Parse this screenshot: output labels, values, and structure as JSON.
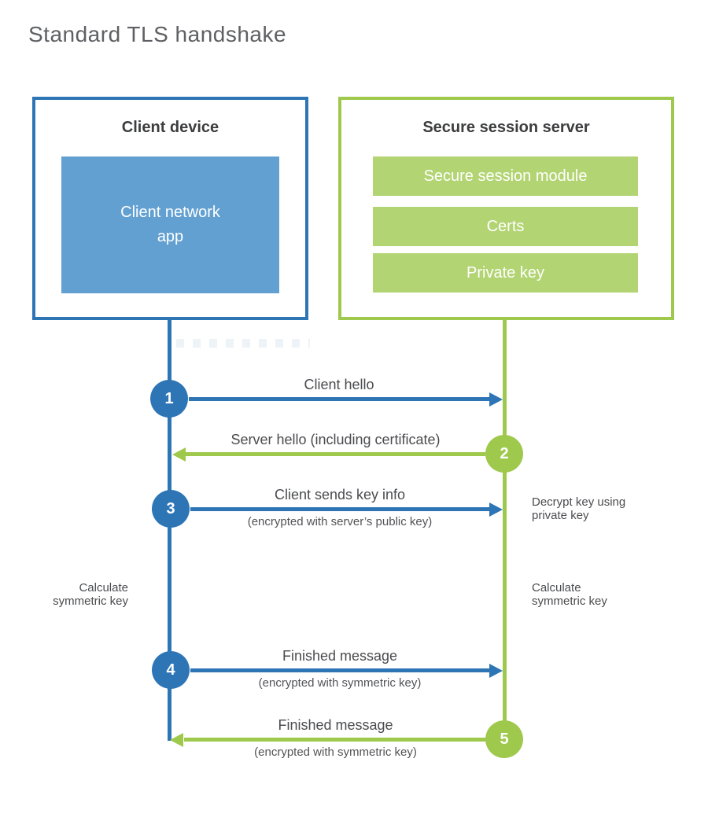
{
  "title": "Standard TLS handshake",
  "colors": {
    "blue": "#2E75B6",
    "blue_light": "#62A0D2",
    "green": "#9FC94D",
    "green_light": "#B2D472"
  },
  "client": {
    "title": "Client device",
    "module": "Client network\napp"
  },
  "server": {
    "title": "Secure session server",
    "modules": [
      "Secure session module",
      "Certs",
      "Private key"
    ]
  },
  "steps": [
    {
      "num": "1",
      "label": "Client hello",
      "direction": "right"
    },
    {
      "num": "2",
      "label": "Server hello (including certificate)",
      "direction": "left"
    },
    {
      "num": "3",
      "label": "Client sends key info",
      "sub": "(encrypted with server’s public key)",
      "direction": "right"
    },
    {
      "num": "4",
      "label": "Finished message",
      "sub": "(encrypted with symmetric key)",
      "direction": "right"
    },
    {
      "num": "5",
      "label": "Finished message",
      "sub": "(encrypted with symmetric key)",
      "direction": "left"
    }
  ],
  "notes": {
    "decrypt": "Decrypt key using\nprivate key",
    "calc_left": "Calculate\nsymmetric key",
    "calc_right": "Calculate\nsymmetric key"
  }
}
